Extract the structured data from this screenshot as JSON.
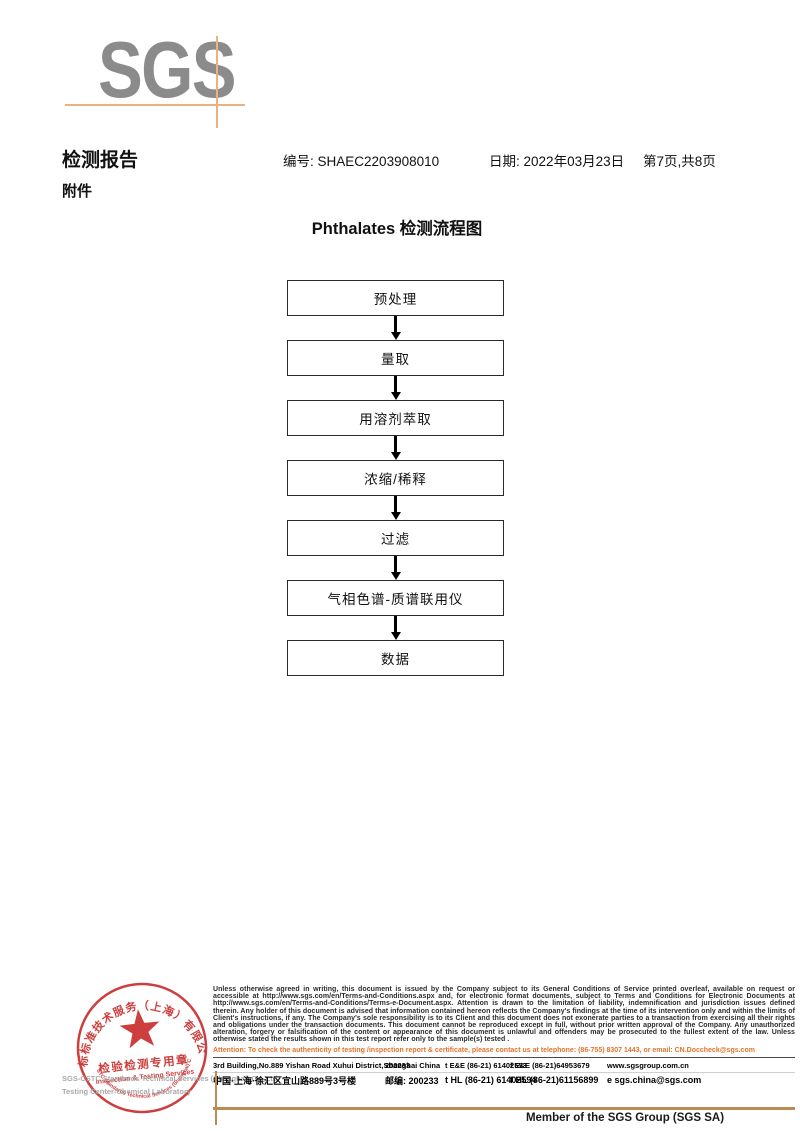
{
  "logo": {
    "text": "SGS",
    "gray": "#8b8b8b",
    "line_color": "#e9b27f"
  },
  "header": {
    "report_title": "检测报告",
    "no_label": "编号:",
    "no_value": "SHAEC2203908010",
    "date_label": "日期:",
    "date_value": "2022年03月23日",
    "page_info": "第7页,共8页",
    "attachment": "附件"
  },
  "flowchart": {
    "title": "Phthalates 检测流程图",
    "steps": [
      "预处理",
      "量取",
      "用溶剂萃取",
      "浓缩/稀释",
      "过滤",
      "气相色谱-质谱联用仪",
      "数据"
    ]
  },
  "stamp": {
    "arc_top": "通标标准技术服务（上海）有限公司",
    "arc_bottom": "SGS-CSTC Standards Technical Services (Shanghai) Co.,Ltd.",
    "seal_title": "检验检测专用章",
    "seal_subtitle": "Inspection & Testing Services",
    "color": "#c92f2f"
  },
  "footer": {
    "company_line1": "SGS-CSTC Standards Technical Services (Shanghai) Co.,Ltd.",
    "company_line2": "Testing Center-Chemical Laboratory",
    "disclaimer": "Unless otherwise agreed in writing, this document is issued by the Company subject to its General Conditions of Service printed overleaf, available on request or accessible at http://www.sgs.com/en/Terms-and-Conditions.aspx and, for electronic format documents, subject to Terms and Conditions for Electronic Documents at http://www.sgs.com/en/Terms-and-Conditions/Terms-e-Document.aspx. Attention is drawn to the limitation of liability, indemnification and jurisdiction issues defined therein. Any holder of this document is advised that information contained hereon reflects the Company's findings at the time of its intervention only and within the limits of Client's instructions, if any. The Company's sole responsibility is to its Client and this document does not exonerate parties to a transaction from exercising all their rights and obligations under the transaction documents. This document cannot be reproduced except in full, without prior written approval of the Company. Any unauthorized alteration, forgery or falsification of the content or appearance of this document is unlawful and offenders may be prosecuted to the fullest extent of the law. Unless otherwise stated the results shown in this test report refer only to the sample(s) tested .",
    "attention": "Attention: To check the authenticity of testing /inspection report & certificate, please contact us at telephone: (86-755) 8307 1443, or email: CN.Doccheck@sgs.com",
    "attention_color": "#e4732e",
    "accent_orange": "#bd8a52",
    "address": {
      "rows": [
        {
          "cells": [
            "3rd Building,No.889 Yishan Road Xuhui District,Shanghai China",
            "200233",
            "t E&E (86-21) 61402553",
            "f E&E (86-21)64953679",
            "www.sgsgroup.com.cn"
          ]
        },
        {
          "cells": [
            "中国·上海·徐汇区宜山路889号3号楼",
            "邮编: 200233",
            "t HL (86-21) 61402594",
            "f HL (86-21)61156899",
            "e sgs.china@sgs.com"
          ]
        }
      ]
    },
    "member": "Member of the SGS Group (SGS SA)"
  }
}
